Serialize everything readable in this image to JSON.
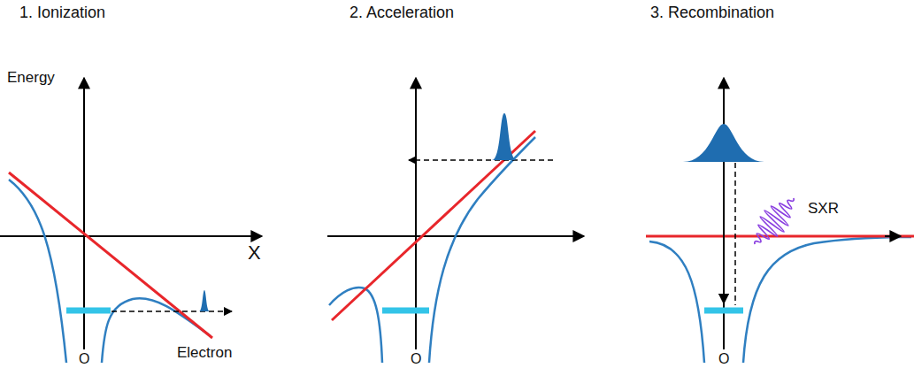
{
  "diagram": {
    "labels": [
      "1. Ionization",
      "2. Acceleration",
      "3. Recombination",
      "Energy",
      "X",
      "Electron",
      "O",
      "O",
      "O",
      "SXR"
    ]
  }
}
